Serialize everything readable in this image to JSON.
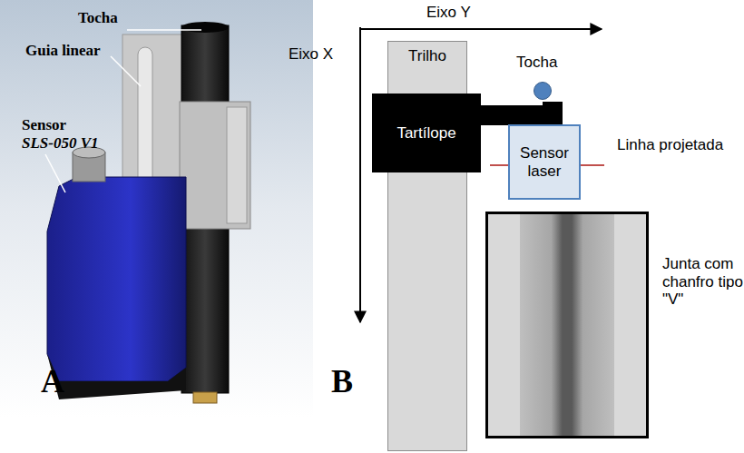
{
  "diagram": {
    "nodes": [
      {
        "text": [
          "Trilho"
        ]
      },
      {
        "text": [
          "Tartílope"
        ]
      },
      {
        "text": [
          "Tocha"
        ]
      },
      {
        "text": [
          "Sensor laser"
        ]
      },
      {
        "text": [
          "Junta com chanfro tipo \"V\""
        ]
      }
    ],
    "edges": [
      {
        "from": 1,
        "to": 2,
        "arrow": "none"
      }
    ],
    "labels": [
      "Tocha",
      "Guia linear",
      "Sensor",
      "SLS-050 V1",
      "A",
      "Eixo Y",
      "Eixo X",
      "Linha projetada",
      "B"
    ]
  }
}
